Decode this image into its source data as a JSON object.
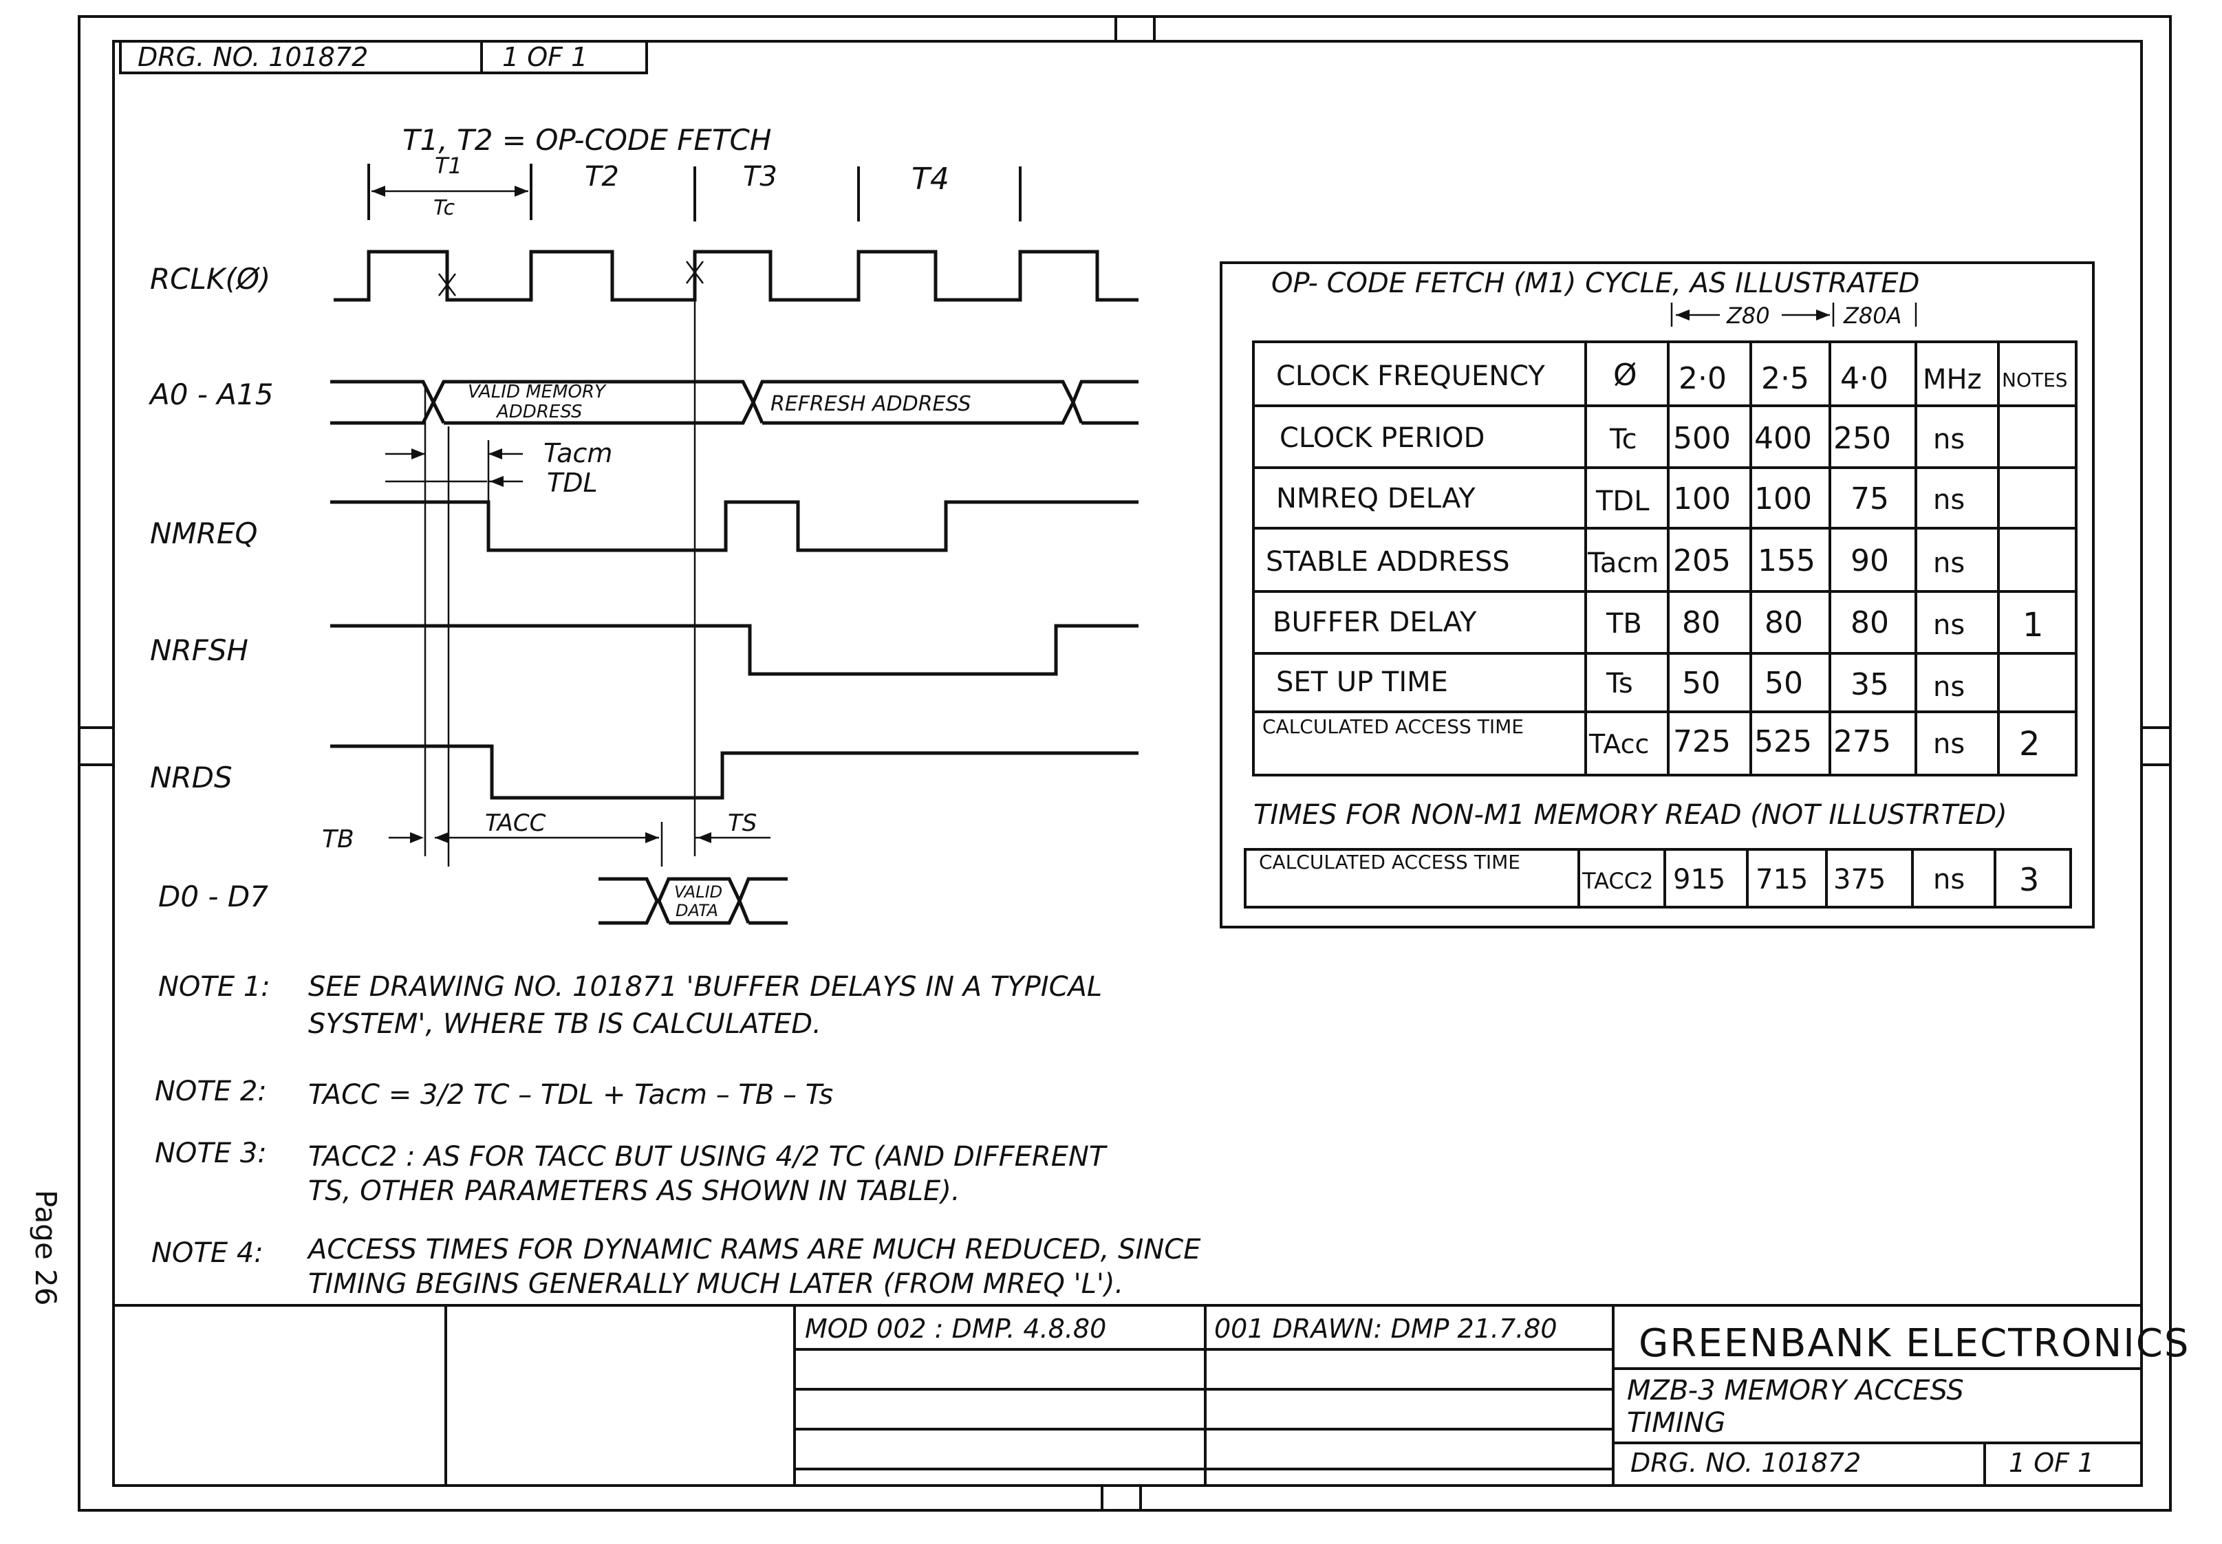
{
  "header": {
    "drg_label": "DRG. NO. 101872",
    "sheet": "1 OF 1"
  },
  "timing": {
    "caption": "T1, T2 = OP-CODE FETCH",
    "states": [
      "T1",
      "T2",
      "T3",
      "T4"
    ],
    "tc_label": "Tc",
    "signals": [
      "RCLK(Ø)",
      "A0 - A15",
      "NMREQ",
      "NRFSH",
      "NRDS",
      "D0 - D7"
    ],
    "bus_labels": {
      "valid_addr_1": "VALID MEMORY",
      "valid_addr_2": "ADDRESS",
      "refresh": "REFRESH ADDRESS",
      "valid_data_1": "VALID",
      "valid_data_2": "DATA"
    },
    "marks": {
      "tacm": "Tacm",
      "tdl": "TDL",
      "tb": "TB",
      "tacc": "TACC",
      "ts": "TS"
    }
  },
  "table": {
    "title": "OP- CODE FETCH (M1) CYCLE, AS ILLUSTRATED",
    "z80": "Z80",
    "z80a": "Z80A",
    "headers": [
      "CLOCK FREQUENCY",
      "Ø",
      "2·0",
      "2·5",
      "4·0",
      "MHz",
      "NOTES"
    ],
    "rows": [
      [
        "CLOCK  PERIOD",
        "Tc",
        "500",
        "400",
        "250",
        "ns",
        ""
      ],
      [
        "NMREQ  DELAY",
        "TDL",
        "100",
        "100",
        "75",
        "ns",
        ""
      ],
      [
        "STABLE ADDRESS",
        "Tacm",
        "205",
        "155",
        "90",
        "ns",
        ""
      ],
      [
        "BUFFER  DELAY",
        "TB",
        "80",
        "80",
        "80",
        "ns",
        "1"
      ],
      [
        "SET UP  TIME",
        "Ts",
        "50",
        "50",
        "35",
        "ns",
        ""
      ],
      [
        "CALCULATED  ACCESS TIME",
        "TAcc",
        "725",
        "525",
        "275",
        "ns",
        "2"
      ]
    ],
    "nonm1_title": "TIMES FOR NON-M1 MEMORY READ (NOT ILLUSTRTED)",
    "nonm1_row": [
      "CALCULATED  ACCESS TIME",
      "TACC2",
      "915",
      "715",
      "375",
      "ns",
      "3"
    ]
  },
  "notes": [
    {
      "label": "NOTE 1:",
      "l1": "SEE DRAWING NO. 101871 'BUFFER  DELAYS  IN  A  TYPICAL",
      "l2": "SYSTEM', WHERE  TB  IS  CALCULATED."
    },
    {
      "label": "NOTE 2:",
      "l1": "TACC  = 3/2 TC – TDL + Tacm – TB – Ts",
      "l2": ""
    },
    {
      "label": "NOTE 3:",
      "l1": "TACC2 : AS FOR TACC BUT USING 4/2 TC (AND DIFFERENT",
      "l2": "TS, OTHER PARAMETERS AS SHOWN IN TABLE)."
    },
    {
      "label": "NOTE 4:",
      "l1": "ACCESS TIMES FOR DYNAMIC RAMS ARE MUCH REDUCED, SINCE",
      "l2": "TIMING BEGINS GENERALLY MUCH LATER (FROM MREQ 'L')."
    }
  ],
  "title_block": {
    "mod": "MOD 002 : DMP.  4.8.80",
    "drawn": "001 DRAWN: DMP  21.7.80",
    "company": "GREENBANK ELECTRONICS",
    "title_1": "MZB-3  MEMORY  ACCESS",
    "title_2": "TIMING",
    "drg_no": "DRG. NO.  101872",
    "sheet": "1 OF 1"
  },
  "page_label": "Page 26"
}
